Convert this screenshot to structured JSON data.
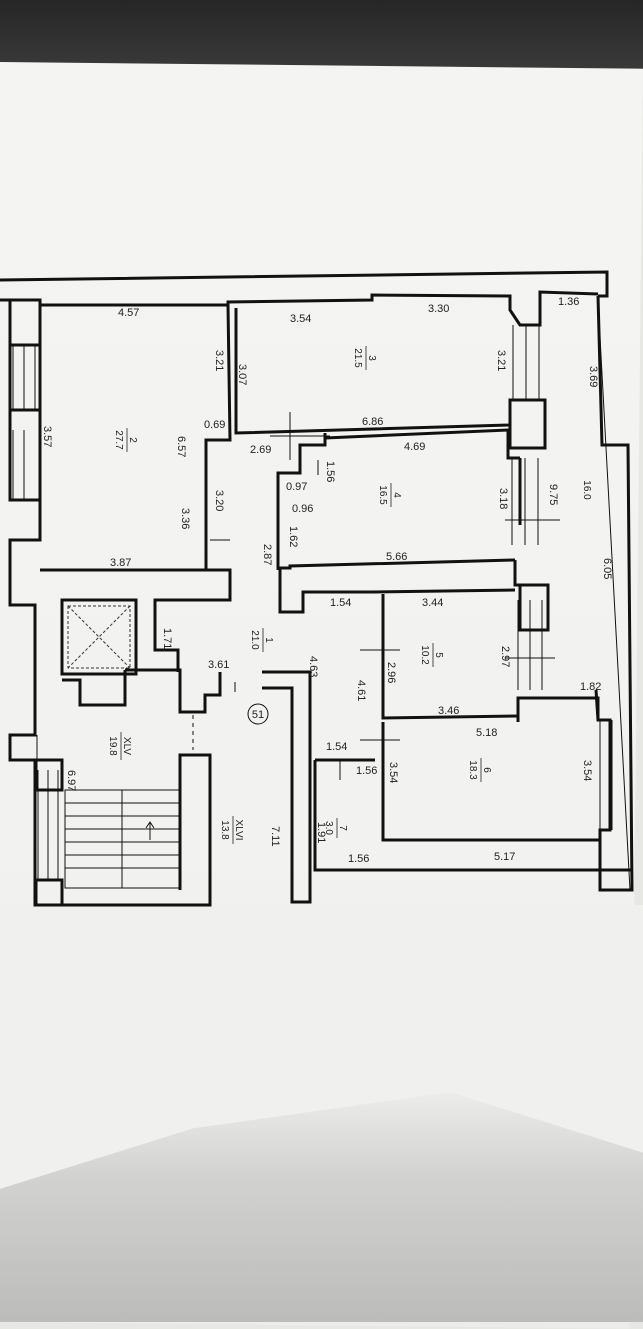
{
  "dimensions": {
    "d457": "4.57",
    "d321a": "3.21",
    "d354": "3.54",
    "d330": "3.30",
    "d307": "3.07",
    "d321b": "3.21",
    "d136": "1.36",
    "d369": "3.69",
    "d357": "3.57",
    "d657": "6.57",
    "d069": "0.69",
    "d686": "6.86",
    "d269": "2.69",
    "d156a": "1.56",
    "d469": "4.69",
    "d097": "0.97",
    "d096": "0.96",
    "d162": "1.62",
    "d320": "3.20",
    "d336": "3.36",
    "d318": "3.18",
    "d975": "9.75",
    "d287": "2.87",
    "d566": "5.66",
    "d387": "3.87",
    "d605": "6.05",
    "d154a": "1.54",
    "d344": "3.44",
    "d171": "1.71",
    "d463": "4.63",
    "d296": "2.96",
    "d297": "2.97",
    "d361": "3.61",
    "d461": "4.61",
    "d182": "1.82",
    "d346": "3.46",
    "d518": "5.18",
    "d697": "6.97",
    "d154b": "1.54",
    "d156b": "1.56",
    "d354b": "3.54",
    "d354c": "3.54",
    "d711": "7.11",
    "d191": "1.91",
    "d156c": "1.56",
    "d517": "5.17"
  },
  "rooms": [
    {
      "num": "2",
      "area": "27.7"
    },
    {
      "num": "3",
      "area": "21.5"
    },
    {
      "num": "4",
      "area": "16.5"
    },
    {
      "num": "5",
      "area": "10.2"
    },
    {
      "num": "6",
      "area": "18.3"
    },
    {
      "num": "1",
      "area": "21.0"
    },
    {
      "num": "7",
      "area": "3.0"
    },
    {
      "num": "XLV",
      "area": "19.8"
    },
    {
      "num": "XLVI",
      "area": "13.8"
    },
    {
      "num": "",
      "area": "16.0"
    }
  ],
  "stair_number": "51",
  "colors": {
    "wall": "#111111",
    "ink": "#222222",
    "paper": "#f3f3f1"
  }
}
